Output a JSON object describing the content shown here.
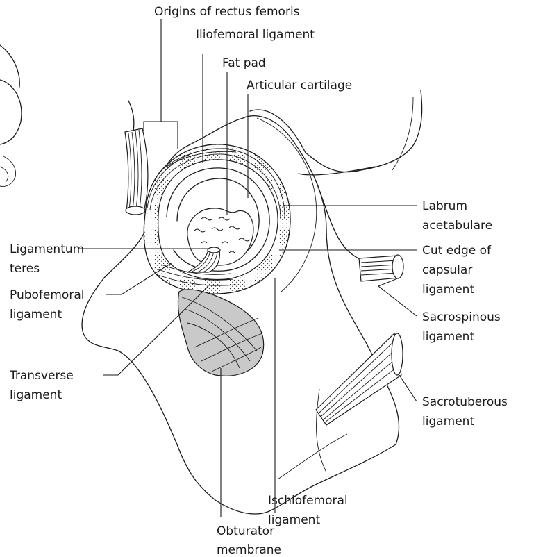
{
  "labels": {
    "origins_rectus_femoris": "Origins of rectus femoris",
    "iliofemoral_ligament": "Iliofemoral ligament",
    "fat_pad": "Fat pad",
    "articular_cartilage": "Articular cartilage",
    "labrum_line1": "Labrum",
    "labrum_line2": "acetabulare",
    "ligamentum_teres_line1": "Ligamentum",
    "ligamentum_teres_line2": "teres",
    "cut_edge_line1": "Cut edge of",
    "cut_edge_line2": "capsular",
    "cut_edge_line3": "ligament",
    "pubofemoral_line1": "Pubofemoral",
    "pubofemoral_line2": "ligament",
    "sacrospinous_line1": "Sacrospinous",
    "sacrospinous_line2": "ligament",
    "transverse_line1": "Transverse",
    "transverse_line2": "ligament",
    "sacrotuberous_line1": "Sacrotuberous",
    "sacrotuberous_line2": "ligament",
    "ischiofemoral_line1": "Ischiofemoral",
    "ischiofemoral_line2": "ligament",
    "obturator_line1": "Obturator",
    "obturator_line2": "membrane"
  }
}
